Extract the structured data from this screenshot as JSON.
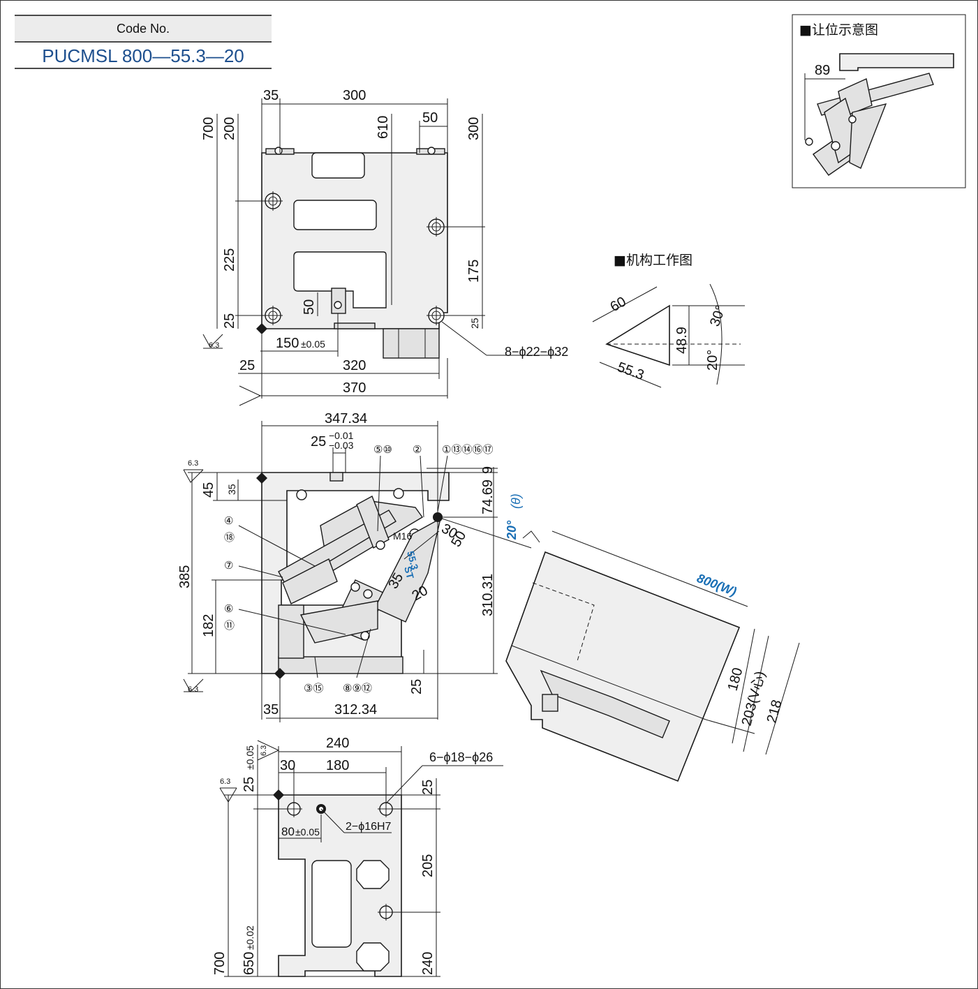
{
  "code": {
    "label": "Code No.",
    "value": "PUCMSL 800—55.3—20"
  },
  "top_view": {
    "dims": [
      "35",
      "300",
      "50",
      "700",
      "200",
      "610",
      "300",
      "225",
      "175",
      "50",
      "25",
      "25",
      "150",
      "±0.05",
      "25",
      "320",
      "370",
      "8−ϕ22−ϕ32"
    ],
    "rough": "6.3"
  },
  "side_view": {
    "dims": [
      "347.34",
      "25",
      "−0.01",
      "−0.03",
      "9",
      "74.69",
      "45",
      "35",
      "385",
      "182",
      "310.31",
      "25",
      "35",
      "312.34",
      "30",
      "50",
      "35",
      "20",
      "M16"
    ],
    "angle": "20°",
    "angle_symbol": "(θ)",
    "blue_labels": [
      "55.3",
      "ST"
    ],
    "callouts": [
      "①⑬⑭⑯⑰",
      "②",
      "⑤⑩",
      "④",
      "⑱",
      "⑦",
      "⑥",
      "⑪",
      "③⑮",
      "⑧⑨⑫"
    ],
    "rough": "6.3"
  },
  "workpiece": {
    "width_label": "800(W)",
    "dims": [
      "180",
      "203(V心)",
      "218"
    ]
  },
  "bottom_view": {
    "dims": [
      "240",
      "30",
      "180",
      "6−ϕ18−ϕ26",
      "25",
      "±0.05",
      "25",
      "80",
      "±0.05",
      "2−ϕ16H7",
      "205",
      "700",
      "650",
      "±0.02",
      "240"
    ],
    "rough": "6.3"
  },
  "inset_clearance": {
    "title": "■让位示意图",
    "dim": "89"
  },
  "inset_mechanism": {
    "title": "■机构工作图",
    "dims": [
      "60",
      "55.3",
      "48.9"
    ],
    "angles": [
      "30°",
      "20°"
    ]
  }
}
